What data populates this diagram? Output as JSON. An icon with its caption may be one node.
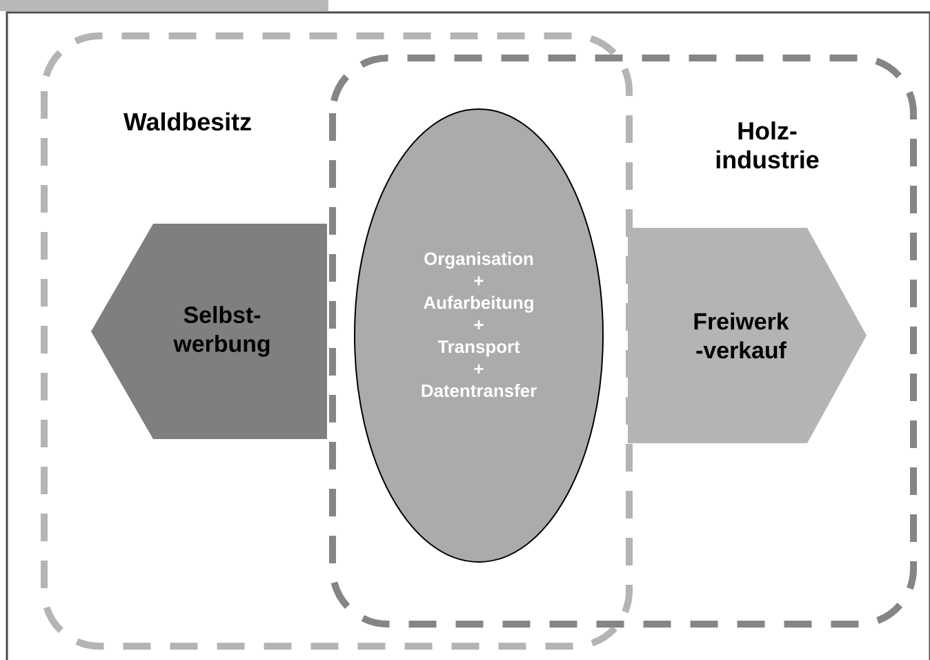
{
  "diagram": {
    "nodes": [
      {
        "text": [
          "Waldbesitz"
        ]
      },
      {
        "text": [
          "Holz- industrie"
        ]
      },
      {
        "text": [
          "Selbst- werbung"
        ],
        "in": 0
      },
      {
        "text": [
          "Organisation",
          "+",
          "Aufarbeitung",
          "+",
          "Transport",
          "+",
          "Datentransfer"
        ]
      },
      {
        "text": [
          "Freiwerk -verkauf"
        ],
        "in": 1
      }
    ]
  }
}
